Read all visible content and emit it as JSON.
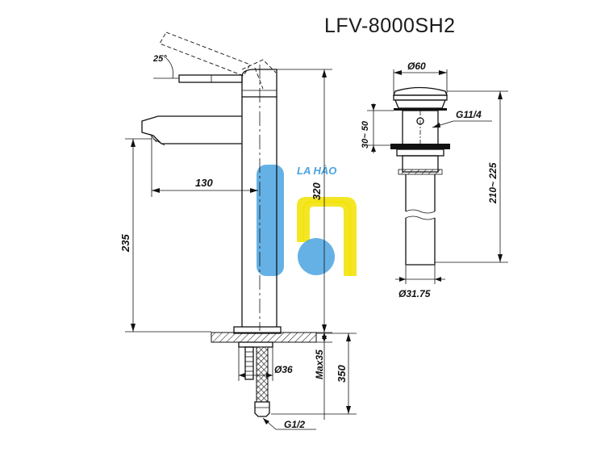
{
  "title": "LFV-8000SH2",
  "watermark": {
    "text": "LA HÀO",
    "colors": {
      "blue": "#4aa3e0",
      "yellow": "#f2e200"
    }
  },
  "faucet": {
    "angle": "25°",
    "reach": "130",
    "height": "235",
    "body_height": "320",
    "base_diameter": "Ø36",
    "max_mount": "Max35",
    "hose_length": "350",
    "thread": "G1/2"
  },
  "drain": {
    "top_diameter": "Ø60",
    "thread": "G11/4",
    "clamp_range": "30~ 50",
    "total_length": "210~ 225",
    "pipe_diameter": "Ø31.75"
  }
}
